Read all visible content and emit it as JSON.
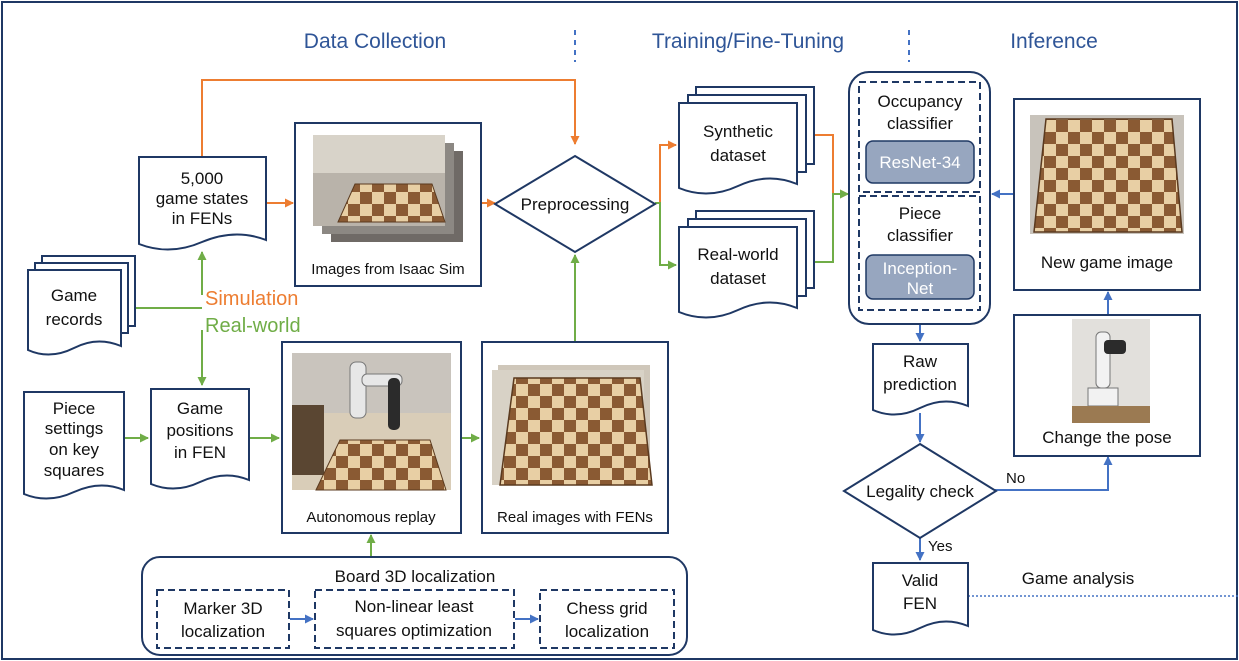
{
  "sections": {
    "data_collection": "Data Collection",
    "training": "Training/Fine-Tuning",
    "inference": "Inference"
  },
  "nodes": {
    "fen_states": [
      "5,000",
      "game states",
      "in FENs"
    ],
    "game_records": [
      "Game",
      "records"
    ],
    "piece_settings": [
      "Piece",
      "settings",
      "on key",
      "squares"
    ],
    "game_positions": [
      "Game",
      "positions",
      "in FEN"
    ],
    "isaac_caption": "Images from Isaac Sim",
    "replay_caption": "Autonomous replay",
    "real_caption": "Real images with FENs",
    "preprocessing": "Preprocessing",
    "synthetic": [
      "Synthetic",
      "dataset"
    ],
    "realworld": [
      "Real-world",
      "dataset"
    ],
    "occupancy": [
      "Occupancy",
      "classifier"
    ],
    "resnet": "ResNet-34",
    "piece_classifier": [
      "Piece",
      "classifier"
    ],
    "inception": [
      "Inception-",
      "Net"
    ],
    "new_game_caption": "New game image",
    "raw_prediction": [
      "Raw",
      "prediction"
    ],
    "pose_caption": "Change the pose",
    "legality": "Legality check",
    "valid_fen": [
      "Valid",
      "FEN"
    ],
    "game_analysis": "Game analysis",
    "localization_title": "Board 3D localization",
    "marker": [
      "Marker 3D",
      "localization"
    ],
    "nlls": [
      "Non-linear least",
      "squares optimization"
    ],
    "grid": [
      "Chess grid",
      "localization"
    ]
  },
  "legend": {
    "simulation": "Simulation",
    "real_world": "Real-world"
  },
  "edge_labels": {
    "no": "No",
    "yes": "Yes"
  },
  "colors": {
    "section": "#2f5597",
    "border": "#1f3864",
    "simulation": "#ed7d31",
    "real_world": "#70ad47",
    "inference": "#4472c4"
  }
}
